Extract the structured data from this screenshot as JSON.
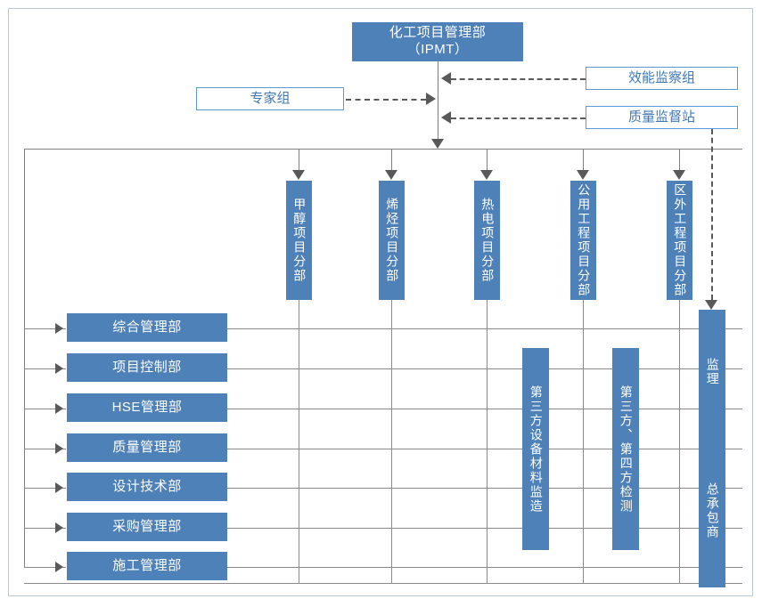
{
  "diagram": {
    "title_box": {
      "label": "化工项目管理部\n（IPMT）"
    },
    "side_boxes": [
      {
        "id": "expert-group",
        "label": "专家组"
      },
      {
        "id": "efficiency-supervision-group",
        "label": "效能监察组"
      },
      {
        "id": "quality-supervision-station",
        "label": "质量监督站"
      }
    ],
    "project_divisions": [
      {
        "id": "methanol",
        "label": "甲醇项目分部"
      },
      {
        "id": "olefin",
        "label": "烯烃项目分部"
      },
      {
        "id": "thermal-power",
        "label": "热电项目分部"
      },
      {
        "id": "public-works",
        "label": "公用工程项目分部"
      },
      {
        "id": "outside-area-works",
        "label": "区外工程项目分部"
      }
    ],
    "functional_departments": [
      {
        "id": "general-management",
        "label": "综合管理部"
      },
      {
        "id": "project-control",
        "label": "项目控制部"
      },
      {
        "id": "hse-management",
        "label": "HSE管理部"
      },
      {
        "id": "quality-management",
        "label": "质量管理部"
      },
      {
        "id": "design-technology",
        "label": "设计技术部"
      },
      {
        "id": "procurement-management",
        "label": "采购管理部"
      },
      {
        "id": "construction-management",
        "label": "施工管理部"
      }
    ],
    "third_party_columns": [
      {
        "id": "third-party-equipment-inspection",
        "label": "第三方设备材料监造"
      },
      {
        "id": "third-fourth-party-testing",
        "label": "第三方、第四方检测"
      }
    ],
    "right_column": {
      "id": "supervision-contractor",
      "top_label": "监理",
      "bottom_label": "总承包商"
    },
    "colors": {
      "fill_blue": "#4e81b8",
      "outline_blue": "#5b9bd5",
      "text_blue": "#3f78b5",
      "line_gray": "#808080",
      "frame_gray": "#b9c6d4"
    }
  }
}
